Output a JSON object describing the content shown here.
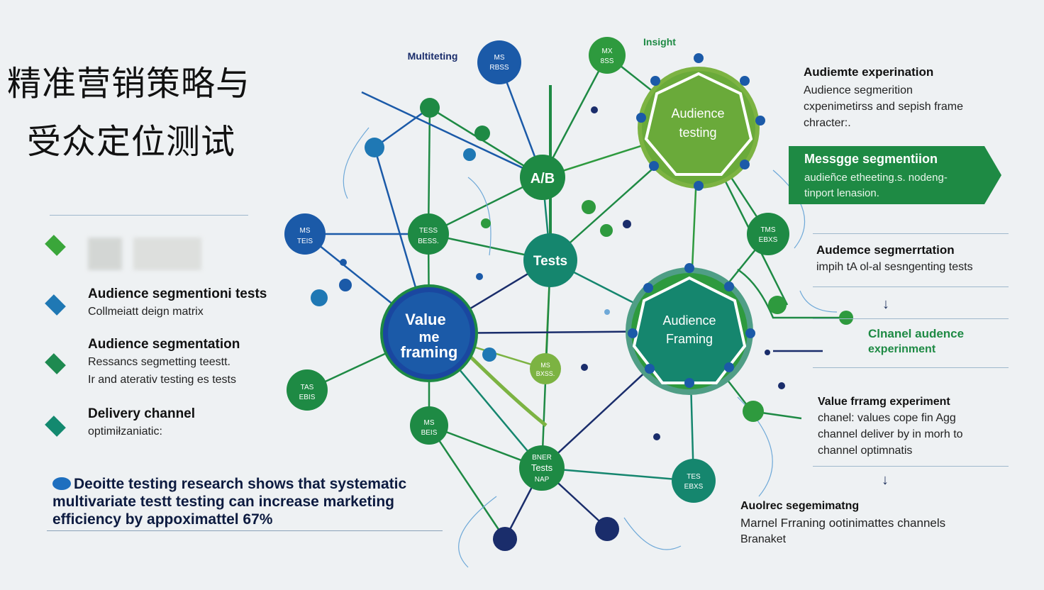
{
  "title": {
    "line1": "精准营销策略与",
    "line2": "受众定位测试"
  },
  "legend": [
    {
      "color": "#3aa63a",
      "title": "",
      "sub1": "",
      "sub2": ""
    },
    {
      "color": "#1f78b4",
      "title": "Audience segmentioni tests",
      "sub1": "Collmeiatt deign matrix",
      "sub2": ""
    },
    {
      "color": "#1e8a50",
      "title": "Audience segmentation",
      "sub1": "Ressancs segmetting teestt.",
      "sub2": "Ir and aterativ testing es tests"
    },
    {
      "color": "#13896f",
      "title": "Delivery channel",
      "sub1": "optimiłzaniatic:",
      "sub2": ""
    }
  ],
  "stat": {
    "line1": "Deoitte testing research shows that systematic",
    "line2": "multivariate testt testing can increase marketing",
    "line3": "efficiency by appoximattel 67%"
  },
  "diagram": {
    "labels": {
      "multi": "Multiteting",
      "insight": "Insight"
    },
    "nodes": {
      "ab": "A/B",
      "tests": "Tests",
      "value1": "Value",
      "value2": "me",
      "value3": "framing",
      "aud_test1": "Audience",
      "aud_test2": "testing",
      "aud_frame1": "Audience",
      "aud_frame2": "Framing",
      "top_a1": "MS",
      "top_a2": "RBSS",
      "top_b1": "MX",
      "top_b2": "8SS",
      "left_a1": "MS",
      "left_a2": "TEIS",
      "mid_a1": "TESS",
      "mid_a2": "BESS.",
      "right_a1": "TMS",
      "right_a2": "EBXS",
      "lime1": "MS",
      "lime2": "BXSS.",
      "left_b1": "TAS",
      "left_b2": "EBIS",
      "low_a1": "MS",
      "low_a2": "BEIS",
      "bottom1": "BNER",
      "bottom2": "Tests",
      "bottom3": "NAP",
      "low_r1": "TES",
      "low_r2": "EBXS"
    }
  },
  "right": {
    "p1": {
      "title": "Audiemte experination",
      "l1": "Audience segmerition",
      "l2": "cxpenimetirss and sepish frame",
      "l3": "chracter:."
    },
    "banner": {
      "title": "Messgge segmentiion",
      "l1": "audieñce etheeting.s. nodeng-",
      "l2": "tinport lenasion."
    },
    "p2": {
      "title": "Audemce segmerrtation",
      "l1": "impih tA ol-al sesngenting tests"
    },
    "p3": {
      "l1": "Clnanel audence",
      "l2": "experinment"
    },
    "p4": {
      "title": "Value frramg experiment",
      "l1": "chanel:   values cope fin Agg",
      "l2": "channel deliver by in morh to",
      "l3": "channel optimnatis"
    },
    "p5": {
      "title": "Auolrec segemimatng",
      "l1": "Marnel Frraning ootinimattes channels",
      "l2": "Branaket"
    }
  },
  "colors": {
    "green": "#2e9a3e",
    "blue": "#1b5aa8",
    "navy": "#1a2d6b",
    "teal": "#15866e",
    "lime": "#7cb342"
  }
}
